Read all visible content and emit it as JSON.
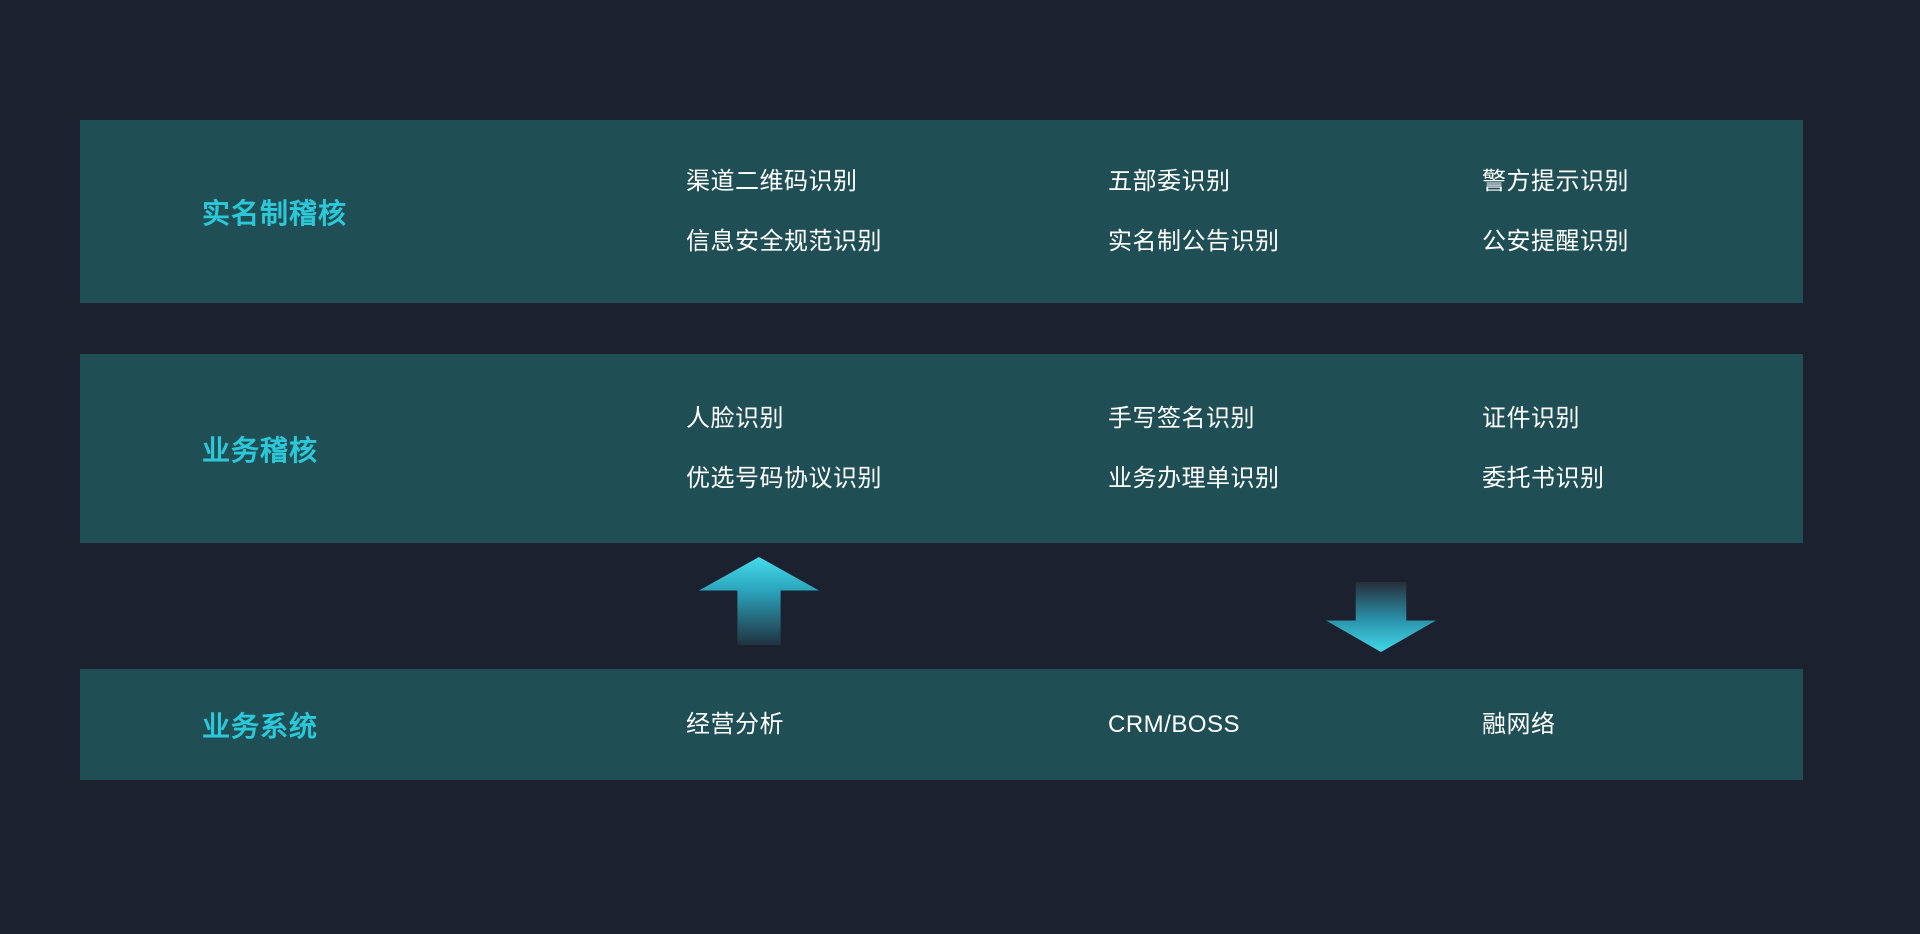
{
  "colors": {
    "background": "#1B212E",
    "band": "#1F4F54",
    "accent": "#2CC8D9",
    "text": "#FFFFFF"
  },
  "bands": [
    {
      "title": "实名制稽核",
      "columns": [
        {
          "lines": [
            "渠道二维码识别",
            "信息安全规范识别"
          ]
        },
        {
          "lines": [
            "五部委识别",
            "实名制公告识别"
          ]
        },
        {
          "lines": [
            "警方提示识别",
            "公安提醒识别"
          ]
        }
      ]
    },
    {
      "title": "业务稽核",
      "columns": [
        {
          "lines": [
            "人脸识别",
            "优选号码协议识别"
          ]
        },
        {
          "lines": [
            "手写签名识别",
            "业务办理单识别"
          ]
        },
        {
          "lines": [
            "证件识别",
            "委托书识别"
          ]
        }
      ]
    },
    {
      "title": "业务系统",
      "columns": [
        {
          "lines": [
            "经营分析"
          ]
        },
        {
          "lines": [
            "CRM/BOSS"
          ]
        },
        {
          "lines": [
            "融网络"
          ]
        }
      ]
    }
  ],
  "arrows": [
    {
      "direction": "up"
    },
    {
      "direction": "down"
    }
  ]
}
